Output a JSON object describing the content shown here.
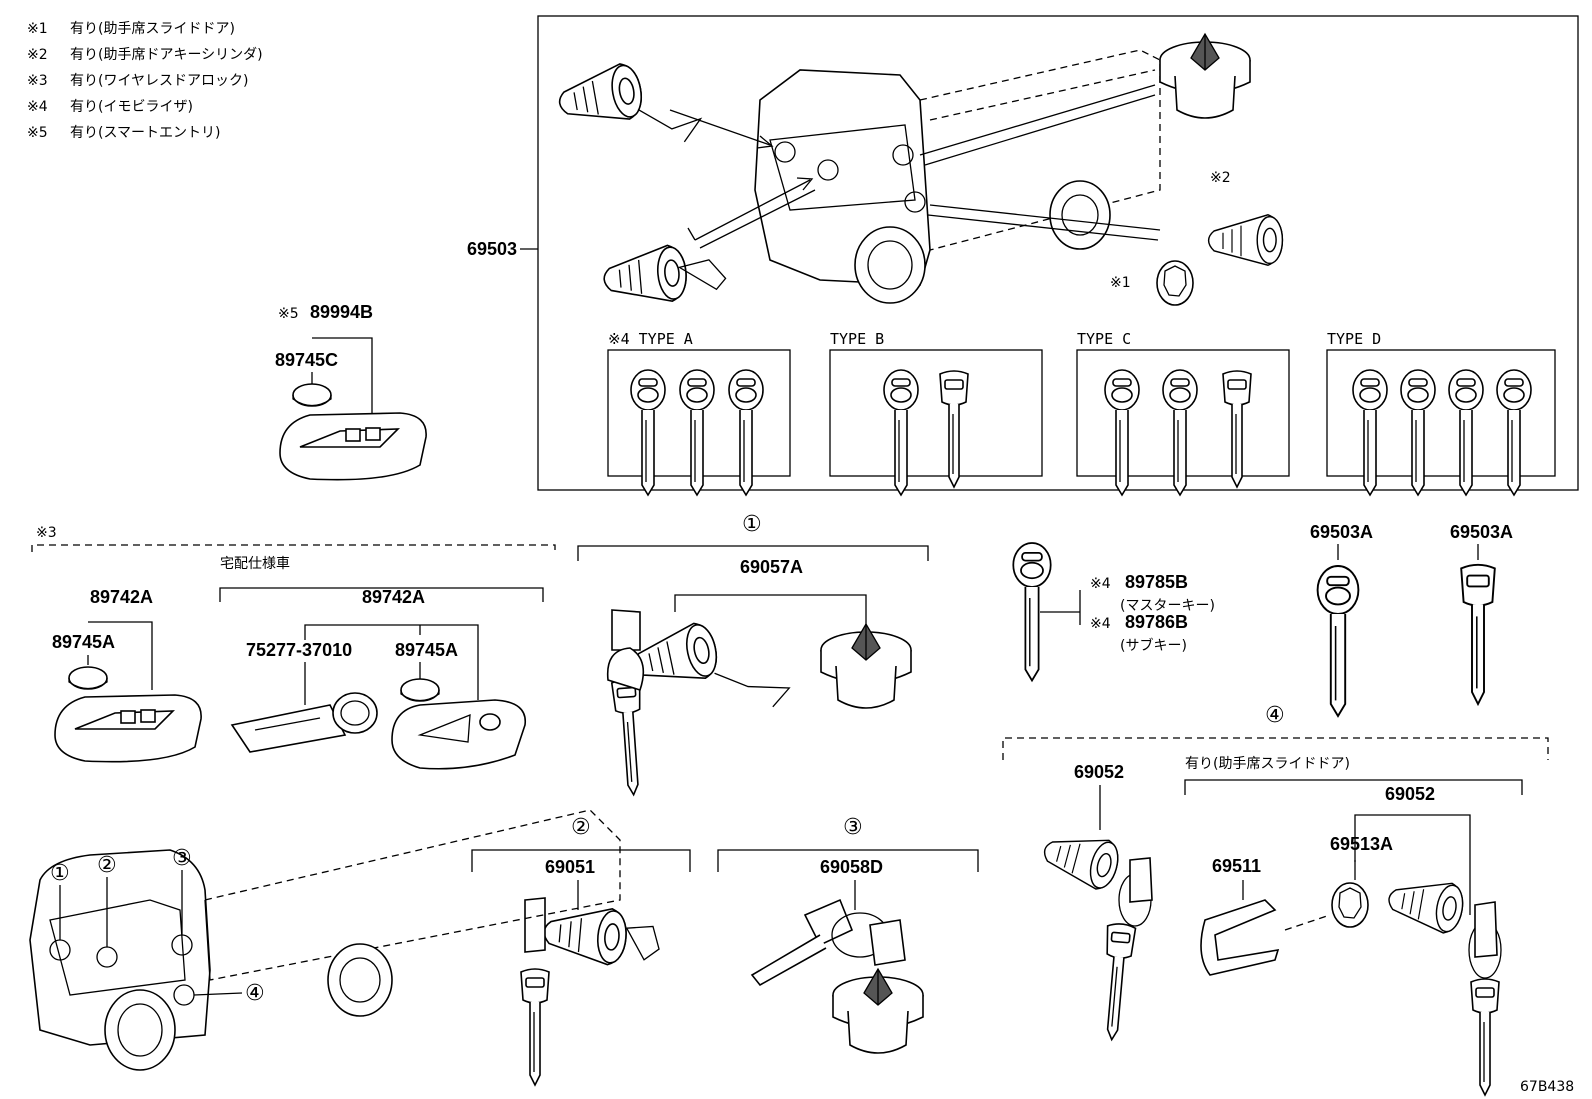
{
  "notes": [
    {
      "mark": "※1",
      "text": "有り(助手席スライドドア)"
    },
    {
      "mark": "※2",
      "text": "有り(助手席ドアキーシリンダ)"
    },
    {
      "mark": "※3",
      "text": "有り(ワイヤレスドアロック)"
    },
    {
      "mark": "※4",
      "text": "有り(イモビライザ)"
    },
    {
      "mark": "※5",
      "text": "有り(スマートエントリ)"
    }
  ],
  "main_set": {
    "part_no": "69503",
    "note_mark_cylinder": "※2",
    "note_mark_ring": "※1",
    "types": [
      {
        "label": "※4  TYPE  A"
      },
      {
        "label": "TYPE  B"
      },
      {
        "label": "TYPE  C"
      },
      {
        "label": "TYPE  D"
      }
    ]
  },
  "smart_entry": {
    "note": "※5",
    "part_no": "89994B",
    "battery": "89745C"
  },
  "wireless": {
    "note": "※3",
    "sub_heading": "宅配仕様車",
    "left_transmitter": "89742A",
    "left_battery": "89745A",
    "right_transmitter": "89742A",
    "right_plate": "75277-37010",
    "right_battery": "89745A"
  },
  "master_keys": {
    "master_note": "※4",
    "master_no": "89785B",
    "master_desc": "(マスターキー)",
    "sub_note": "※4",
    "sub_no": "89786B",
    "sub_desc": "(サブキー)"
  },
  "blank_keys": [
    "69503A",
    "69503A"
  ],
  "groups": {
    "g1": {
      "circle": "①",
      "part_no": "69057A"
    },
    "g2": {
      "circle": "②",
      "part_no": "69051"
    },
    "g3": {
      "circle": "③",
      "part_no": "69058D"
    },
    "g4": {
      "circle": "④",
      "left_part": "69052",
      "sub_heading": "有り(助手席スライドドア)",
      "right_part": "69052",
      "clip": "69511",
      "ring": "69513A"
    }
  },
  "truck_callouts": [
    "①",
    "②",
    "③",
    "④"
  ],
  "figure_id": "67B438"
}
